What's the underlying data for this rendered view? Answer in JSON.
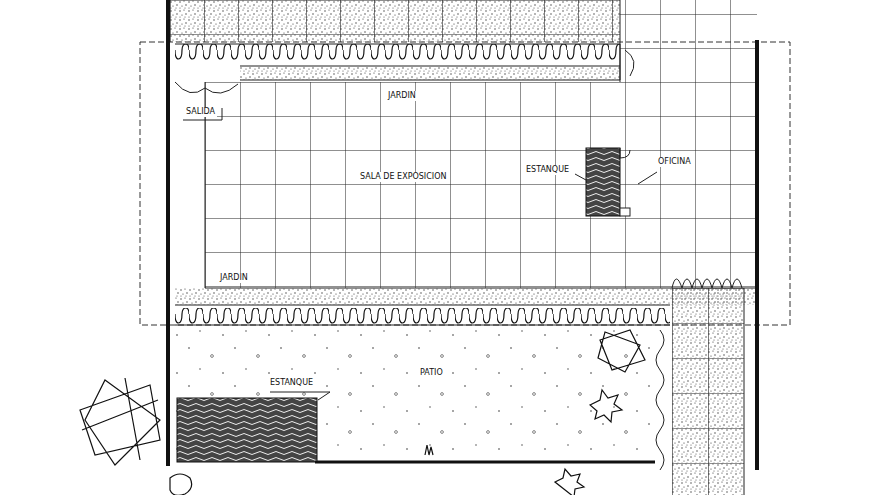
{
  "diagram": {
    "labels": [
      "SALIDA",
      "JARDIN",
      "SALA DE EXPOSICION",
      "ESTANQUE",
      "OFICINA",
      "JARDIN",
      "ESTANQUE",
      "PATIO"
    ]
  }
}
